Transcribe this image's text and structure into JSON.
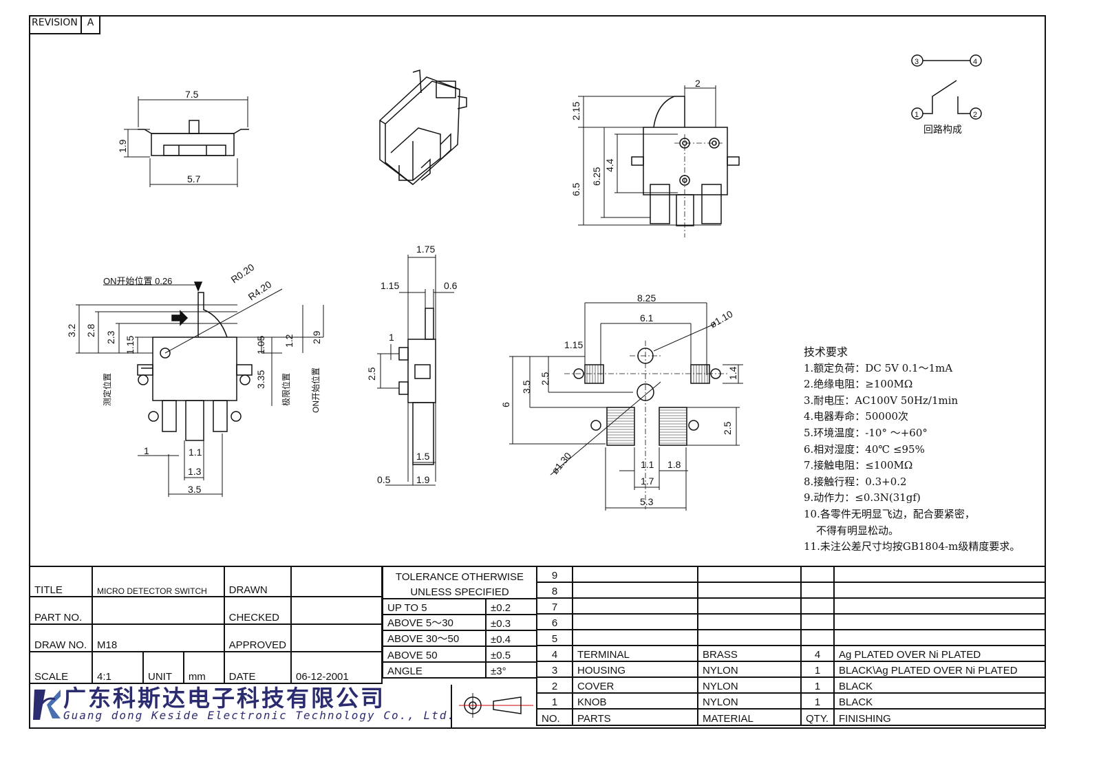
{
  "revision": {
    "label": "REVISION",
    "value": "A"
  },
  "dims": {
    "top_width": "7.5",
    "top_height": "1.9",
    "top_base": "5.7",
    "side_top": "2",
    "side_215": "2.15",
    "side_65": "6.5",
    "side_625": "6.25",
    "side_44": "4.4",
    "on_pos": "ON开始位置 0.26",
    "r020": "R0.20",
    "r420": "R4.20",
    "d32": "3.2",
    "d28": "2.8",
    "d23": "2.3",
    "d115": "1.15",
    "d105": "1.05",
    "d12": "1.2",
    "d29": "2.9",
    "d335": "3.35",
    "label_measure": "测定位置",
    "label_limit": "极限位置",
    "label_on": "ON开始位置",
    "d1": "1",
    "d11": "1.1",
    "d13": "1.3",
    "d35b": "3.5",
    "s175": "1.75",
    "s115": "1.15",
    "s06": "0.6",
    "s1": "1",
    "s25": "2.5",
    "s15": "1.5",
    "s05": "0.5",
    "s19": "1.9",
    "p825": "8.25",
    "p61": "6.1",
    "p110": "ø1.10",
    "p115": "1.15",
    "p35": "3.5",
    "p25": "2.5",
    "p6": "6",
    "p14": "1.4",
    "p25b": "2.5",
    "p130": "ø1.30",
    "p11": "1.1",
    "p18": "1.8",
    "p17": "1.7",
    "p53": "5.3",
    "circuit_label": "回路构成"
  },
  "requirements": {
    "title": "技术要求",
    "items": [
      "1.额定负荷：DC 5V  0.1～1mA",
      "2.绝缘电阻：≥100MΩ",
      "3.耐电压：AC100V 50Hz/1min",
      "4.电器寿命：50000次",
      "5.环境温度：-10°  ～+60°",
      "6.相对湿度：40℃   ≤95%",
      "7.接触电阻：≤100MΩ",
      "8.接触行程：0.3+0.2",
      "9.动作力：≤0.3N(31gf)",
      "10.各零件无明显飞边，配合要紧密，",
      "不得有明显松动。",
      "11.未注公差尺寸均按GB1804-m级精度要求。"
    ]
  },
  "title_block": {
    "title_label": "TITLE",
    "title_value": "MICRO DETECTOR SWITCH",
    "drawn": "DRAWN",
    "part_no": "PART NO.",
    "checked": "CHECKED",
    "draw_no_label": "DRAW NO.",
    "draw_no_value": "M18",
    "approved": "APPROVED",
    "scale_label": "SCALE",
    "scale_value": "4:1",
    "unit_label": "UNIT",
    "unit_value": "mm",
    "date_label": "DATE",
    "date_value": "06-12-2001"
  },
  "tolerance": {
    "header1": "TOLERANCE OTHERWISE",
    "header2": "UNLESS SPECIFIED",
    "rows": [
      {
        "range": "UP TO 5",
        "tol": "±0.2"
      },
      {
        "range": "ABOVE 5～30",
        "tol": "±0.3"
      },
      {
        "range": "ABOVE 30～50",
        "tol": "±0.4"
      },
      {
        "range": "ABOVE 50",
        "tol": "±0.5"
      },
      {
        "range": "ANGLE",
        "tol": "±3°"
      }
    ]
  },
  "bom": {
    "rows": [
      {
        "no": "9",
        "part": "",
        "material": "",
        "qty": "",
        "finishing": ""
      },
      {
        "no": "8",
        "part": "",
        "material": "",
        "qty": "",
        "finishing": ""
      },
      {
        "no": "7",
        "part": "",
        "material": "",
        "qty": "",
        "finishing": ""
      },
      {
        "no": "6",
        "part": "",
        "material": "",
        "qty": "",
        "finishing": ""
      },
      {
        "no": "5",
        "part": "",
        "material": "",
        "qty": "",
        "finishing": ""
      },
      {
        "no": "4",
        "part": "TERMINAL",
        "material": "BRASS",
        "qty": "4",
        "finishing": "Ag PLATED OVER Ni PLATED"
      },
      {
        "no": "3",
        "part": "HOUSING",
        "material": "NYLON",
        "qty": "1",
        "finishing": "BLACK\\Ag PLATED OVER Ni PLATED"
      },
      {
        "no": "2",
        "part": "COVER",
        "material": "NYLON",
        "qty": "1",
        "finishing": "BLACK"
      },
      {
        "no": "1",
        "part": "KNOB",
        "material": "NYLON",
        "qty": "1",
        "finishing": "BLACK"
      }
    ],
    "header": {
      "no": "NO.",
      "part": "PARTS",
      "material": "MATERIAL",
      "qty": "QTY.",
      "finishing": "FINISHING"
    }
  },
  "company": {
    "cn": "广东科斯达电子科技有限公司",
    "en": "Guang dong Keside  Electronic Technology Co., Ltd.",
    "brand_color": "#2b2b70"
  }
}
